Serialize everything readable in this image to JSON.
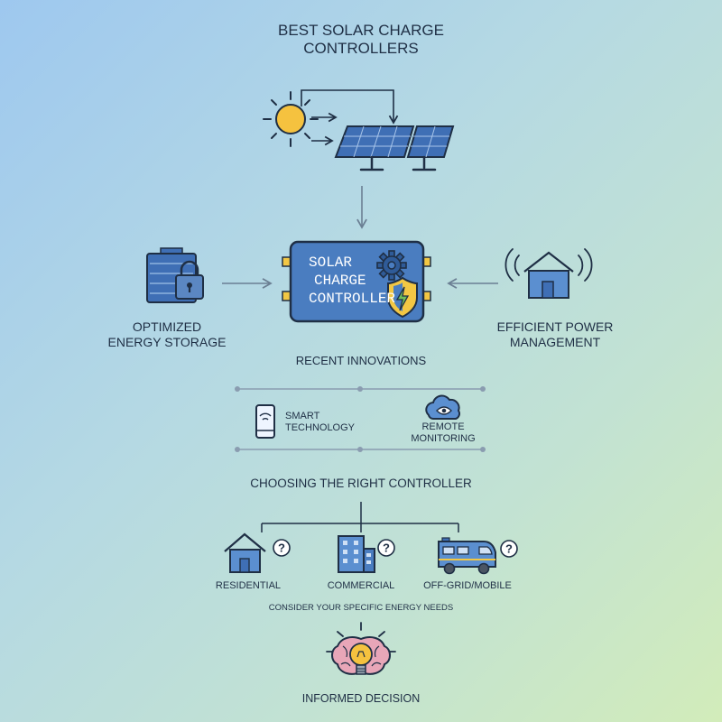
{
  "title": {
    "line1": "BEST SOLAR CHARGE",
    "line2": "CONTROLLERS"
  },
  "controller": {
    "line1": "SOLAR",
    "line2": "CHARGE",
    "line3": "CONTROLLER"
  },
  "left_node": {
    "line1": "OPTIMIZED",
    "line2": "ENERGY STORAGE"
  },
  "right_node": {
    "line1": "EFFICIENT POWER",
    "line2": "MANAGEMENT"
  },
  "innovations": {
    "heading": "RECENT INNOVATIONS",
    "items": [
      {
        "line1": "SMART",
        "line2": "TECHNOLOGY"
      },
      {
        "line1": "REMOTE",
        "line2": "MONITORING"
      }
    ]
  },
  "choosing": {
    "heading": "CHOOSING THE RIGHT CONTROLLER",
    "options": [
      "RESIDENTIAL",
      "COMMERCIAL",
      "OFF-GRID/MOBILE"
    ],
    "note": "CONSIDER YOUR SPECIFIC ENERGY NEEDS"
  },
  "decision": "INFORMED DECISION",
  "icons": [
    "sun-icon",
    "solar-panel-icon",
    "battery-lock-icon",
    "house-signal-icon",
    "gear-icon",
    "shield-bolt-icon",
    "smartphone-icon",
    "cloud-eye-icon",
    "house-icon",
    "office-building-icon",
    "rv-icon",
    "question-icon",
    "brain-bulb-icon"
  ],
  "colors": {
    "panel": "#3f6fb5",
    "controller": "#4a7dc0",
    "sun": "#f5c23f",
    "shield": "#f2c744",
    "brain": "#e8a6b8",
    "ink": "#1f2f45"
  }
}
